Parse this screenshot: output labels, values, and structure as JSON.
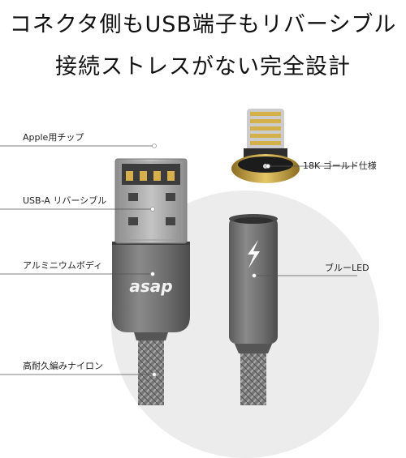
{
  "headline": {
    "line1": "コネクタ側もUSB端子もリバーシブル",
    "line2": "接続ストレスがない完全設計"
  },
  "callouts": {
    "apple_chip": "Apple用チップ",
    "usb_a": "USB-A リバーシブル",
    "aluminum_body": "アルミニウムボディ",
    "braided_nylon": "高耐久編みナイロン",
    "gold_18k": "18K ゴールド仕様",
    "blue_led": "ブルーLED"
  },
  "brand": {
    "logo_text": "asap"
  },
  "colors": {
    "connector_gray": "#6e6e6e",
    "led_accent": "#ffffff",
    "gold": "#c9a545"
  }
}
